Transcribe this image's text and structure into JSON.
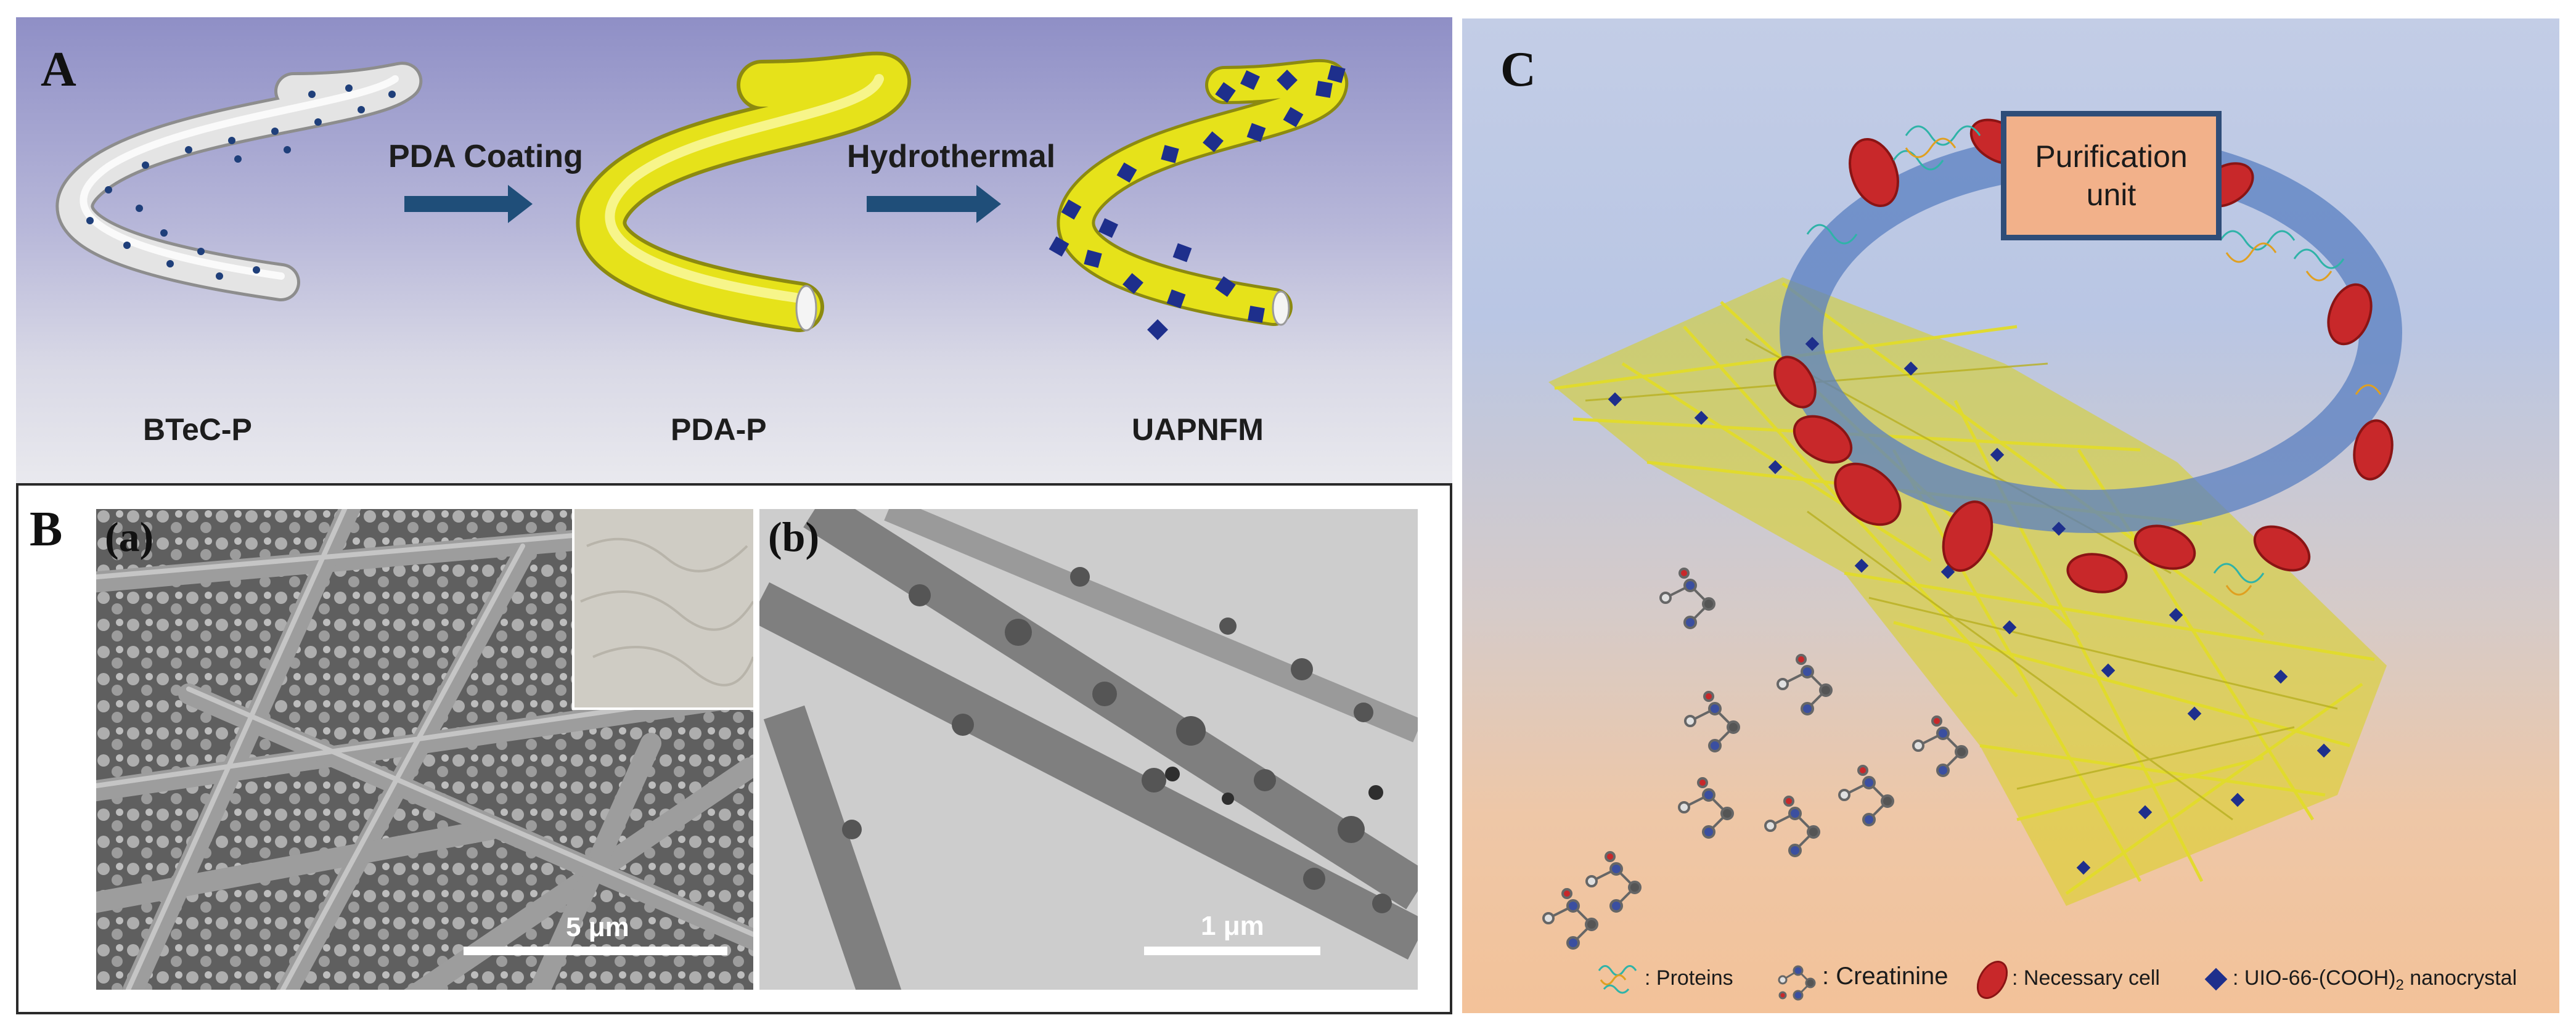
{
  "panel_a": {
    "letter": "A",
    "arrow1_label": "PDA Coating",
    "arrow2_label": "Hydrothermal",
    "steps": [
      "BTeC-P",
      "PDA-P",
      "UAPNFM"
    ]
  },
  "panel_b": {
    "letter": "B",
    "sub_a": "(a)",
    "sub_b": "(b)",
    "scale_a": "5 μm",
    "scale_b": "1 μm"
  },
  "panel_c": {
    "letter": "C",
    "box_text": "Purification\nunit",
    "legend": {
      "proteins": ": Proteins",
      "creatinine": ": Creatinine",
      "cell": ": Necessary cell",
      "mof_prefix": ": UIO-66-(COOH)",
      "mof_sub": "2",
      "mof_suffix": " nanocrystal"
    }
  },
  "colors": {
    "fiber_yellow": "#e6e21a",
    "fiber_white": "#e2e2e2",
    "dot_navy": "#1f3f7a",
    "crystal_blue": "#1e2f8c",
    "arrow_blue": "#1f4e79",
    "cell_red": "#c8282a",
    "loop_blue": "#5a7fc0",
    "box_fill": "#f2b18a",
    "box_border": "#2f4d78"
  }
}
